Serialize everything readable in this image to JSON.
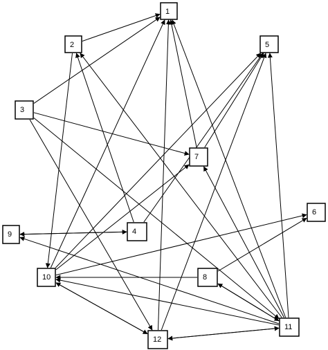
{
  "diagram": {
    "nodes": [
      {
        "id": "1",
        "label": "1"
      },
      {
        "id": "2",
        "label": "2"
      },
      {
        "id": "3",
        "label": "3"
      },
      {
        "id": "4",
        "label": "4"
      },
      {
        "id": "5",
        "label": "5"
      },
      {
        "id": "6",
        "label": "6"
      },
      {
        "id": "7",
        "label": "7"
      },
      {
        "id": "8",
        "label": "8"
      },
      {
        "id": "9",
        "label": "9"
      },
      {
        "id": "10",
        "label": "10"
      },
      {
        "id": "11",
        "label": "11"
      },
      {
        "id": "12",
        "label": "12"
      }
    ],
    "edges": [
      {
        "from": "2",
        "to": "1"
      },
      {
        "from": "3",
        "to": "1"
      },
      {
        "from": "10",
        "to": "1"
      },
      {
        "from": "12",
        "to": "1"
      },
      {
        "from": "7",
        "to": "1"
      },
      {
        "from": "11",
        "to": "1"
      },
      {
        "from": "2",
        "to": "10"
      },
      {
        "from": "11",
        "to": "2"
      },
      {
        "from": "4",
        "to": "2"
      },
      {
        "from": "3",
        "to": "7"
      },
      {
        "from": "3",
        "to": "12"
      },
      {
        "from": "3",
        "to": "11"
      },
      {
        "from": "10",
        "to": "5"
      },
      {
        "from": "4",
        "to": "5"
      },
      {
        "from": "7",
        "to": "5"
      },
      {
        "from": "11",
        "to": "5"
      },
      {
        "from": "12",
        "to": "5"
      },
      {
        "from": "10",
        "to": "7"
      },
      {
        "from": "11",
        "to": "7"
      },
      {
        "from": "10",
        "to": "6"
      },
      {
        "from": "8",
        "to": "6"
      },
      {
        "from": "9",
        "to": "4"
      },
      {
        "from": "4",
        "to": "9"
      },
      {
        "from": "11",
        "to": "9"
      },
      {
        "from": "8",
        "to": "10"
      },
      {
        "from": "11",
        "to": "10"
      },
      {
        "from": "12",
        "to": "10"
      },
      {
        "from": "8",
        "to": "11"
      },
      {
        "from": "11",
        "to": "8"
      },
      {
        "from": "12",
        "to": "11"
      },
      {
        "from": "11",
        "to": "12"
      },
      {
        "from": "10",
        "to": "12"
      }
    ]
  }
}
